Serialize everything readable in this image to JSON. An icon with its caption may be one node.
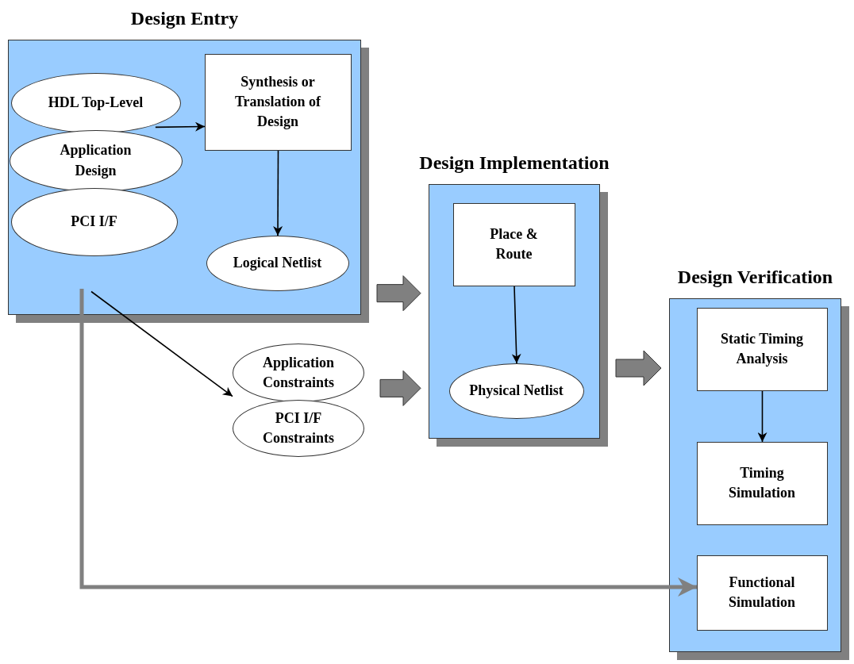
{
  "diagram": {
    "nodes": [
      {
        "text": [
          "Design Entry"
        ]
      },
      {
        "text": [
          "HDL Top-Level"
        ],
        "in": 0
      },
      {
        "text": [
          "Application Design"
        ],
        "in": 0
      },
      {
        "text": [
          "PCI I/F"
        ],
        "in": 0
      },
      {
        "text": [
          "Synthesis or Translation of Design"
        ],
        "in": 0
      },
      {
        "text": [
          "Logical Netlist"
        ],
        "in": 0
      },
      {
        "text": [
          "Design Implementation"
        ]
      },
      {
        "text": [
          "Place & Route"
        ],
        "in": 6
      },
      {
        "text": [
          "Physical Netlist"
        ],
        "in": 6
      },
      {
        "text": [
          "Application Constraints"
        ]
      },
      {
        "text": [
          "PCI I/F Constraints"
        ]
      },
      {
        "text": [
          "Design Verification"
        ]
      },
      {
        "text": [
          "Static Timing Analysis"
        ],
        "in": 11
      },
      {
        "text": [
          "Timing Simulation"
        ],
        "in": 11
      },
      {
        "text": [
          "Functional Simulation"
        ],
        "in": 11
      }
    ],
    "edges": [
      {
        "from": 1,
        "to": 4,
        "arrow": "to"
      },
      {
        "from": 4,
        "to": 5,
        "arrow": "to"
      },
      {
        "from": 0,
        "to": 9,
        "arrow": "to"
      },
      {
        "from": 0,
        "to": 6,
        "arrow": "to",
        "style": "thick",
        "color": "#808080"
      },
      {
        "from": 9,
        "to": 6,
        "arrow": "to",
        "style": "thick",
        "color": "#808080"
      },
      {
        "from": 7,
        "to": 8,
        "arrow": "to"
      },
      {
        "from": 6,
        "to": 11,
        "arrow": "to",
        "style": "thick",
        "color": "#808080"
      },
      {
        "from": 12,
        "to": 13,
        "arrow": "to"
      },
      {
        "from": 0,
        "to": 14,
        "arrow": "to",
        "style": "thick",
        "color": "#808080"
      }
    ]
  }
}
